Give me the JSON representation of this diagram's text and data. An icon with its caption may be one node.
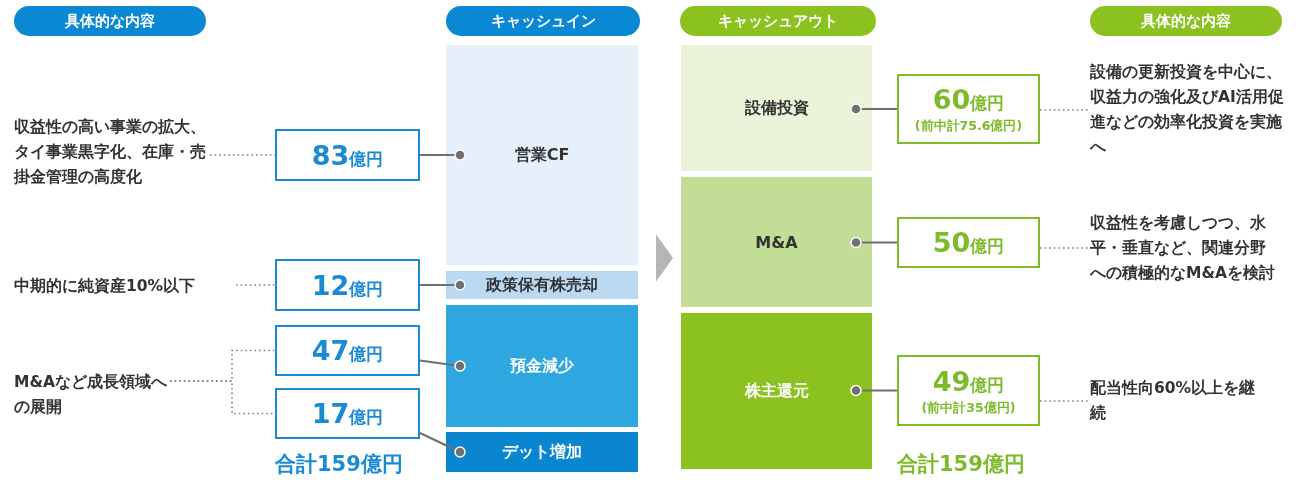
{
  "diagram": {
    "nodes": [
      {
        "text": [
          "具体的な内容"
        ]
      },
      {
        "text": [
          "キャッシュイン"
        ]
      },
      {
        "text": [
          "キャッシュアウト"
        ]
      },
      {
        "text": [
          "具体的な内容"
        ]
      },
      {
        "text": [
          "収益性の高い事業の拡大、タイ事業黒字化、在庫・売掛金管理の高度化"
        ]
      },
      {
        "text": [
          "中期的に純資産10%以下"
        ]
      },
      {
        "text": [
          "M&Aなど成長領域への展開"
        ]
      },
      {
        "text": [
          "83億円"
        ]
      },
      {
        "text": [
          "12億円"
        ]
      },
      {
        "text": [
          "47億円"
        ]
      },
      {
        "text": [
          "17億円"
        ]
      },
      {
        "text": [
          "営業CF"
        ]
      },
      {
        "text": [
          "政策保有株売却"
        ]
      },
      {
        "text": [
          "預金減少"
        ]
      },
      {
        "text": [
          "デット増加"
        ]
      },
      {
        "text": [
          "設備投資"
        ]
      },
      {
        "text": [
          "M&A"
        ]
      },
      {
        "text": [
          "株主還元"
        ]
      },
      {
        "text": [
          "60億円",
          "(前中計75.6億円)"
        ]
      },
      {
        "text": [
          "50億円"
        ]
      },
      {
        "text": [
          "49億円",
          "(前中計35億円)"
        ]
      },
      {
        "text": [
          "設備の更新投資を中心に、収益力の強化及びAI活用促進などの効率化投資を実施へ"
        ]
      },
      {
        "text": [
          "収益性を考慮しつつ、水平・垂直など、関連分野への積極的なM&Aを検討"
        ]
      },
      {
        "text": [
          "配当性向60%以上を継続"
        ]
      }
    ],
    "edges": [
      {
        "from": 4,
        "to": 7,
        "arrow": "none",
        "style": "dashed"
      },
      {
        "from": 5,
        "to": 8,
        "arrow": "none",
        "style": "dashed"
      },
      {
        "from": 6,
        "to": 9,
        "arrow": "none",
        "style": "dashed"
      },
      {
        "from": 6,
        "to": 10,
        "arrow": "none",
        "style": "dashed"
      },
      {
        "from": 7,
        "to": 11,
        "arrow": "other"
      },
      {
        "from": 8,
        "to": 12,
        "arrow": "other"
      },
      {
        "from": 9,
        "to": 13,
        "arrow": "other"
      },
      {
        "from": 10,
        "to": 14,
        "arrow": "other"
      },
      {
        "from": 11,
        "to": 16,
        "arrow": "to",
        "style": "thick",
        "color": "#b4b6b8"
      },
      {
        "from": 18,
        "to": 15,
        "arrow": "other"
      },
      {
        "from": 19,
        "to": 16,
        "arrow": "other"
      },
      {
        "from": 20,
        "to": 17,
        "arrow": "other"
      },
      {
        "from": 18,
        "to": 21,
        "arrow": "none",
        "style": "dashed"
      },
      {
        "from": 19,
        "to": 22,
        "arrow": "none",
        "style": "dashed"
      },
      {
        "from": 20,
        "to": 23,
        "arrow": "none",
        "style": "dashed"
      }
    ],
    "labels": [
      "合計159億円",
      "合計159億円"
    ]
  }
}
